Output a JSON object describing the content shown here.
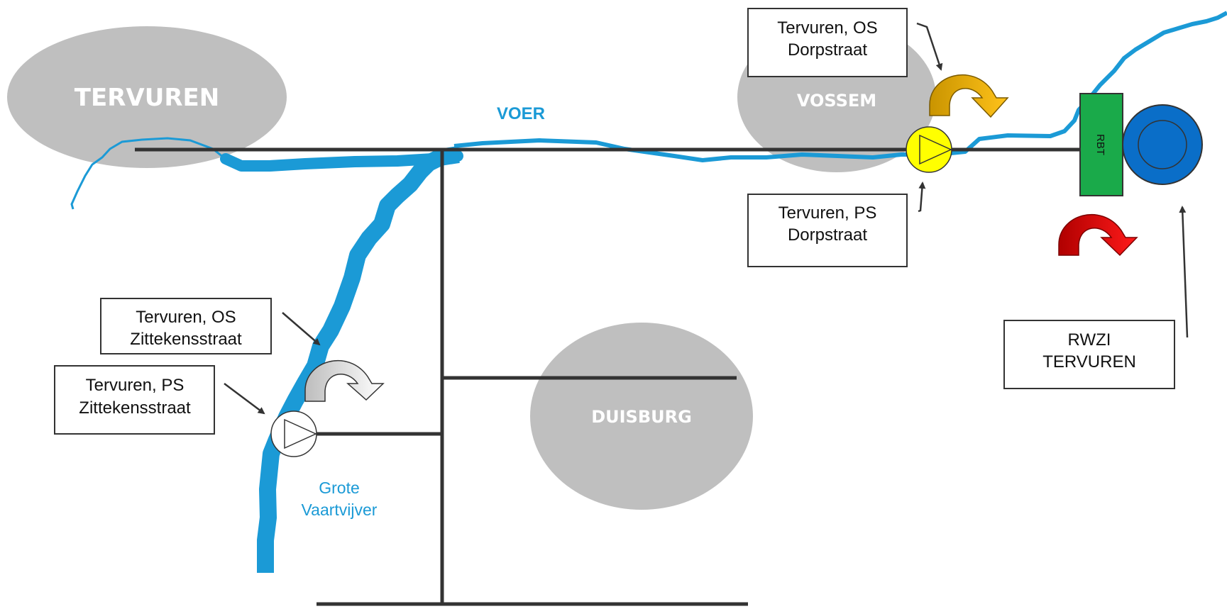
{
  "towns": {
    "tervuren": "TERVUREN",
    "vossem": "VOSSEM",
    "duisburg": "DUISBURG"
  },
  "rivers": {
    "voer": "VOER",
    "grote_vaartvijver_line1": "Grote",
    "grote_vaartvijver_line2": "Vaartvijver"
  },
  "labels": {
    "os_dorpstraat": [
      "Tervuren, OS",
      "Dorpstraat"
    ],
    "ps_dorpstraat": [
      "Tervuren, PS",
      "Dorpstraat"
    ],
    "os_zittekensstraat": [
      "Tervuren, OS",
      "Zittekensstraat"
    ],
    "ps_zittekensstraat": [
      "Tervuren, PS",
      "Zittekensstraat"
    ],
    "rwzi": [
      "RWZI",
      "TERVUREN"
    ],
    "rbt": "RBT"
  },
  "colors": {
    "town_fill": "#bfbfbf",
    "river": "#1b9ad6",
    "sewer": "#333333",
    "pump_vossem": "#ffff00",
    "pump_zittekensstraat": "#ffffff",
    "overflow_vossem": "#e0a800",
    "overflow_zittekensstraat": "#c8c8c8",
    "overflow_rwzi": "#e00000",
    "rbt_fill": "#1aaa4a",
    "clarifier_fill": "#0a6ec8"
  }
}
